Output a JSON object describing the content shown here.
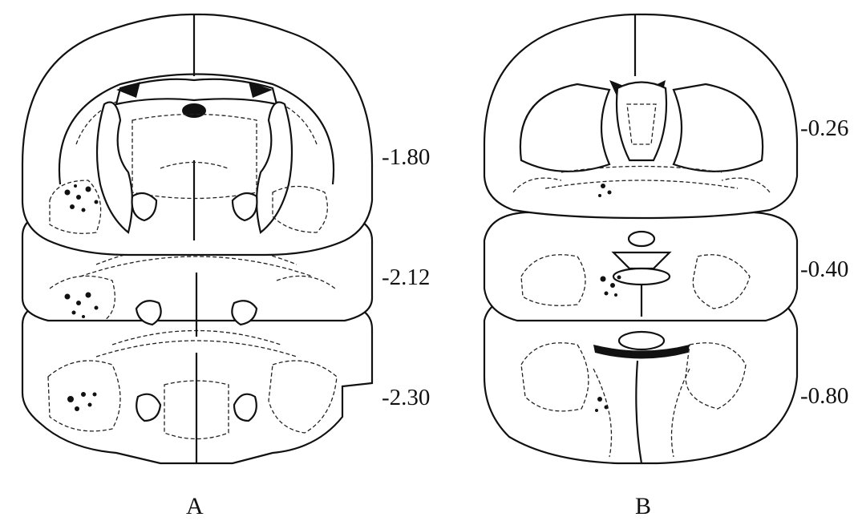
{
  "panels": [
    {
      "label": "A",
      "levels": [
        "-1.80",
        "-2.12",
        "-2.30"
      ]
    },
    {
      "label": "B",
      "levels": [
        "-0.26",
        "-0.40",
        "-0.80"
      ]
    }
  ]
}
